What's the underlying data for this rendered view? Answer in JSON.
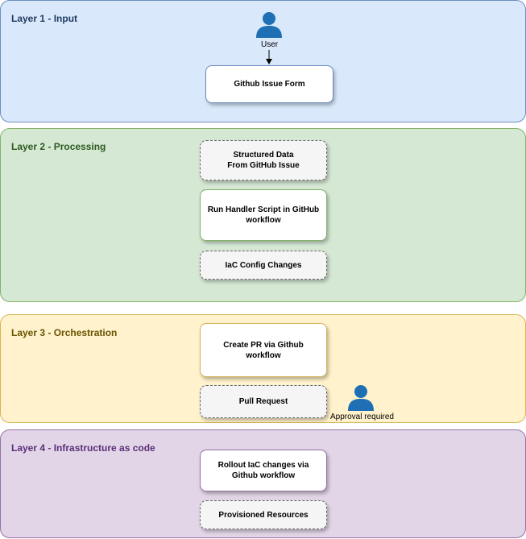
{
  "layers": [
    {
      "title": "Layer 1 - Input"
    },
    {
      "title": "Layer 2 - Processing"
    },
    {
      "title": "Layer 3 - Orchestration"
    },
    {
      "title": "Layer 4 - Infrastructure as code"
    }
  ],
  "actors": {
    "user": "User",
    "approver": "Approval required"
  },
  "nodes": {
    "issue_form": "Github Issue Form",
    "structured_data": "Structured Data\nFrom GitHub Issue",
    "handler_script": "Run Handler Script in GitHub workflow",
    "iac_changes": "IaC Config Changes",
    "create_pr": "Create PR via Github workflow",
    "pull_request": "Pull Request",
    "rollout": "Rollout IaC changes via Github workflow",
    "provisioned": "Provisioned Resources"
  },
  "colors": {
    "layer1_fill": "#dae8fc",
    "layer2_fill": "#d5e8d4",
    "layer3_fill": "#fff2cc",
    "layer4_fill": "#e1d5e7",
    "actor_fill": "#1f6fb5"
  }
}
